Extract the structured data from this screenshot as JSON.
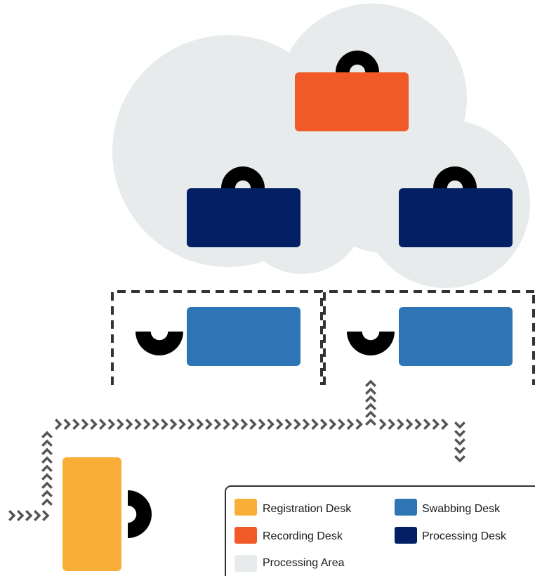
{
  "colors": {
    "registration": "#f8ae37",
    "recording": "#f05a28",
    "swabbing": "#2e75b6",
    "processing": "#022063",
    "area": "#e8ebeb",
    "person": "#000000",
    "arrow": "#555555",
    "dashed_border": "#333333"
  },
  "icons": {
    "person": "person-silhouette-icon",
    "flow": "chevron-arrow-icon"
  },
  "legend": {
    "items": [
      {
        "key": "registration",
        "label": "Registration Desk"
      },
      {
        "key": "swabbing",
        "label": "Swabbing Desk"
      },
      {
        "key": "recording",
        "label": "Recording Desk"
      },
      {
        "key": "processing",
        "label": "Processing Desk"
      },
      {
        "key": "area",
        "label": "Processing Area"
      }
    ]
  }
}
